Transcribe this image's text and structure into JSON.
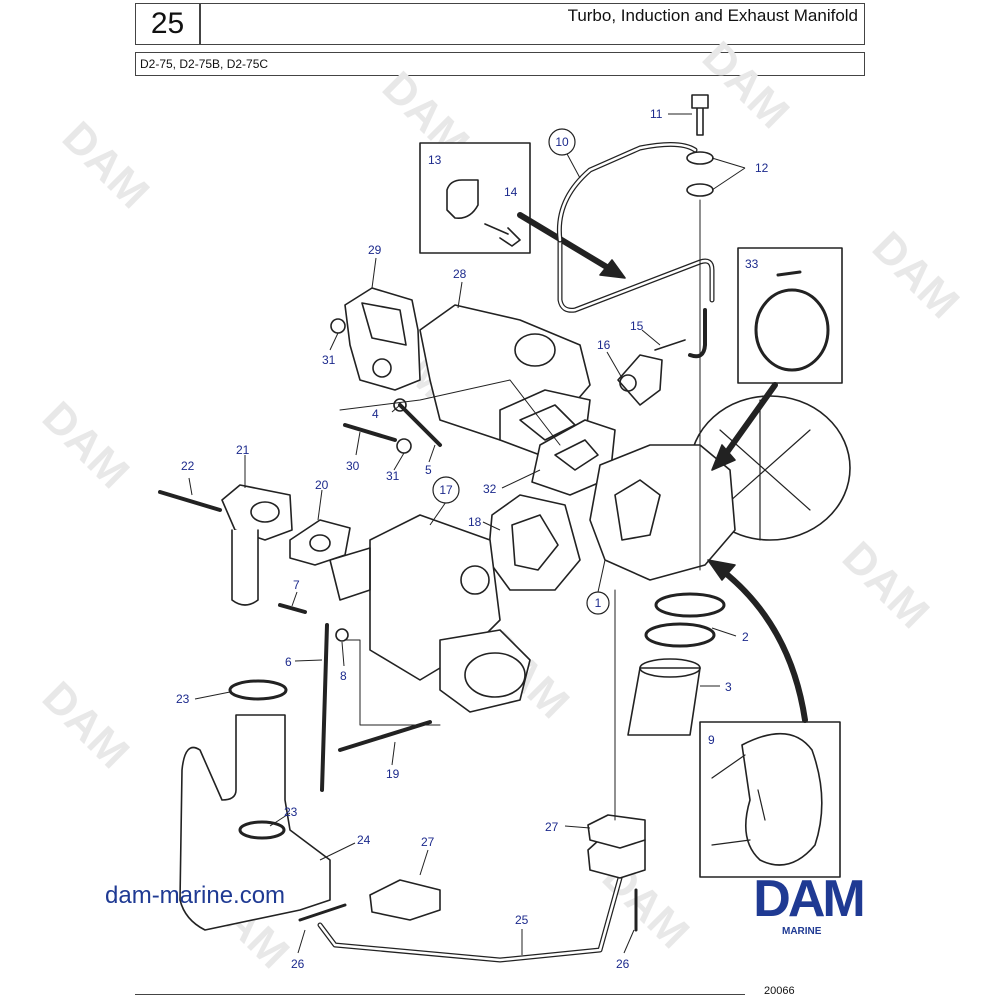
{
  "header": {
    "section_number": "25",
    "title": "Turbo, Induction and Exhaust Manifold",
    "models": "D2-75, D2-75B, D2-75C"
  },
  "watermark": "DAM",
  "callouts": {
    "c1": "1",
    "c2": "2",
    "c3": "3",
    "c4": "4",
    "c5": "5",
    "c6": "6",
    "c7": "7",
    "c8": "8",
    "c9": "9",
    "c10": "10",
    "c11": "11",
    "c12": "12",
    "c13": "13",
    "c14": "14",
    "c15": "15",
    "c16": "16",
    "c17": "17",
    "c18": "18",
    "c19": "19",
    "c20": "20",
    "c21": "21",
    "c22": "22",
    "c23a": "23",
    "c23b": "23",
    "c24": "24",
    "c25": "25",
    "c26a": "26",
    "c26b": "26",
    "c27a": "27",
    "c27b": "27",
    "c28": "28",
    "c29": "29",
    "c30": "30",
    "c31a": "31",
    "c31b": "31",
    "c32": "32",
    "c33": "33"
  },
  "footer": {
    "site_url": "dam-marine.com",
    "brand": "DAM",
    "brand_sub": "MARINE",
    "figure_number": "20066"
  },
  "colors": {
    "accent": "#1f3a93",
    "callout": "#1c2a8c",
    "line": "#222222"
  }
}
